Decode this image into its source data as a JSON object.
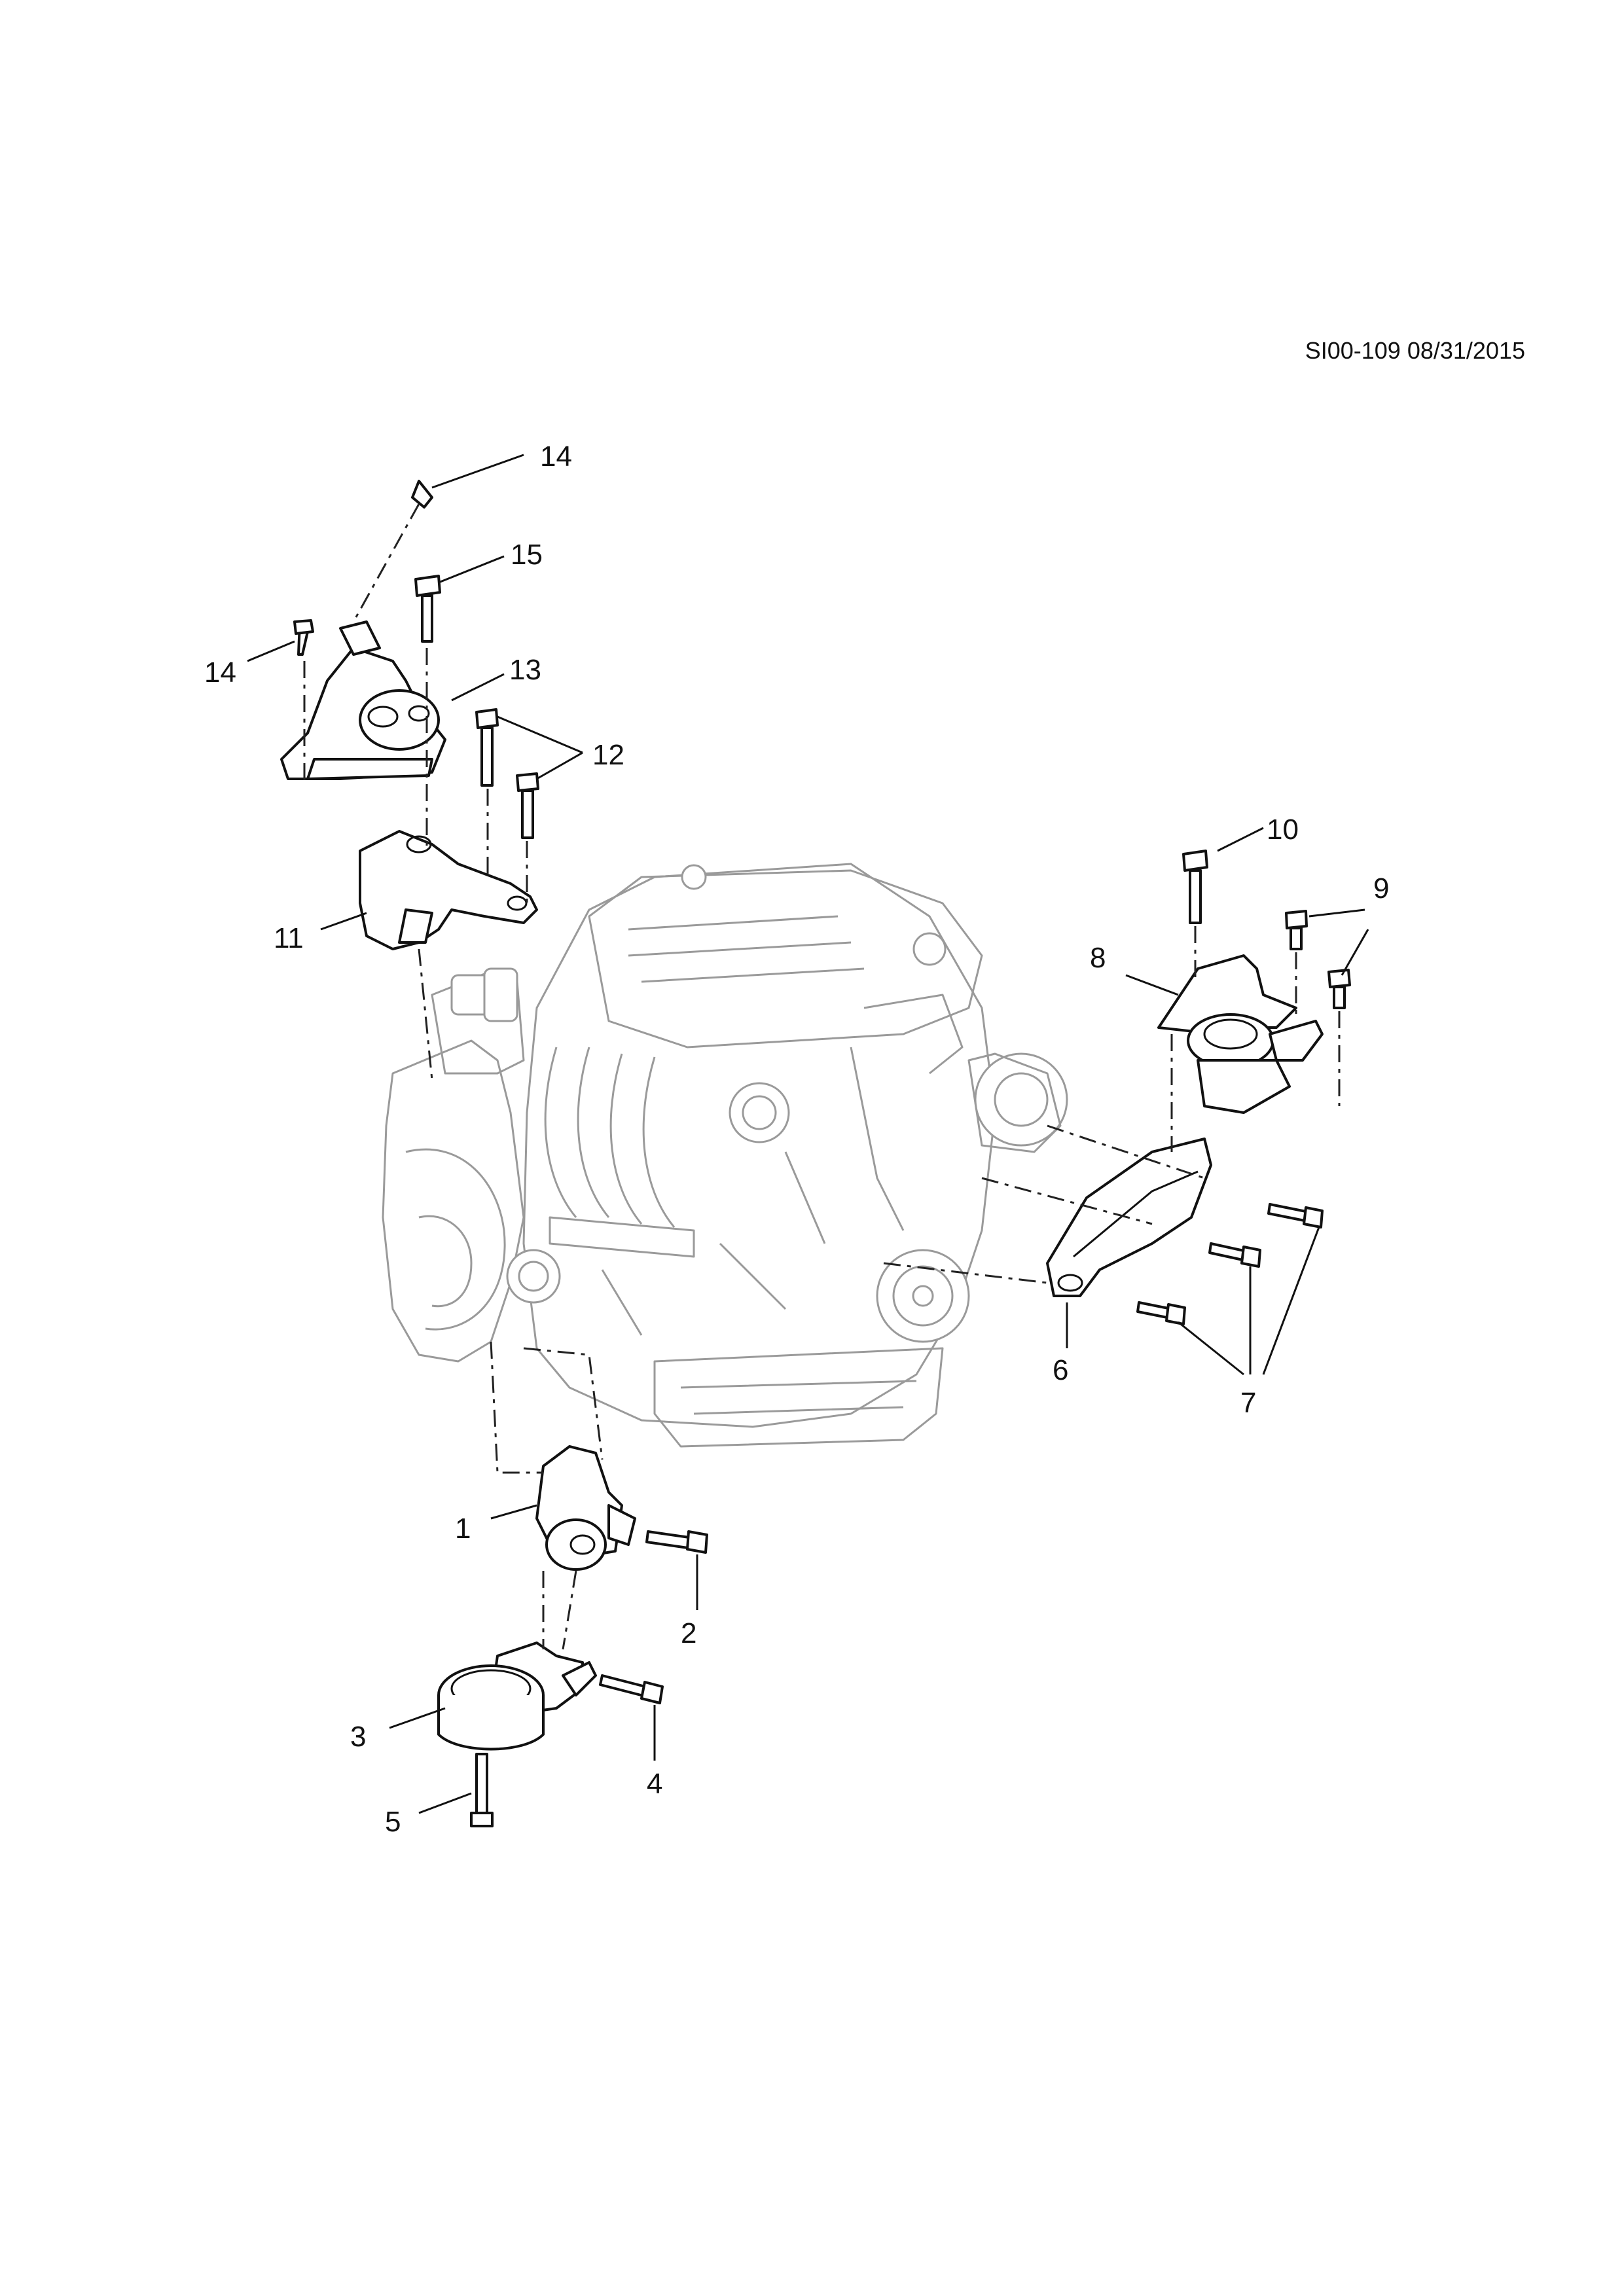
{
  "header": {
    "reference_code": "SI00-109 08/31/2015"
  },
  "callouts": {
    "c1": "1",
    "c2": "2",
    "c3": "3",
    "c4": "4",
    "c5": "5",
    "c6": "6",
    "c7": "7",
    "c8": "8",
    "c9": "9",
    "c10": "10",
    "c11": "11",
    "c12": "12",
    "c13": "13",
    "c14a": "14",
    "c14b": "14",
    "c15": "15"
  },
  "colors": {
    "line": "#111111",
    "engine_ghost": "#9a9a9a",
    "background": "#ffffff"
  }
}
